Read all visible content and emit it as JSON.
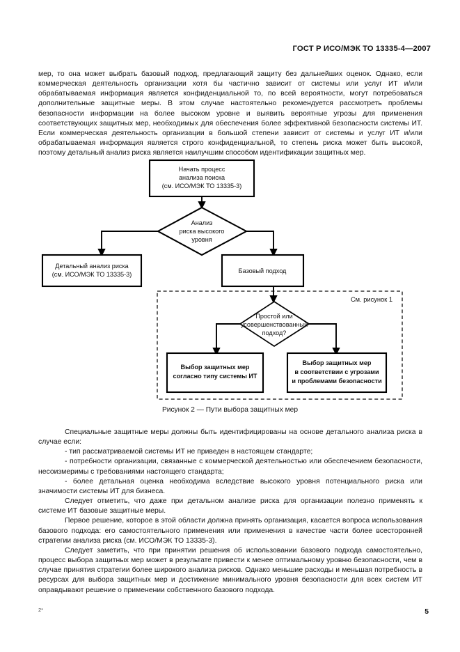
{
  "header": {
    "standard_ref": "ГОСТ Р ИСО/МЭК ТО 13335-4—2007"
  },
  "intro": {
    "paragraph_1": "мер, то она может выбрать базовый подход, предлагающий защиту без дальнейших оценок. Однако, если коммерческая деятельность организации хотя бы частично зависит от системы или услуг ИТ и/или обрабатываемая информация является конфиденциальной то, по всей вероятности, могут потребоваться дополнительные защитные меры. В этом случае настоятельно рекомендуется рассмотреть проблемы безопасности информации на более высоком уровне и выявить вероятные угрозы для применения соответствующих защитных мер, необходимых для обеспечения более эффективной безопасности системы ИТ. Если коммерческая деятельность организации в большой степени зависит  от системы  и услуг ИТ и/или обрабатываемая информация является строго конфиденциальной, то степень риска может быть высокой, поэтому детальный анализ риска является наилучшим способом идентификации защитных мер."
  },
  "figure": {
    "caption": "Рисунок 2 — Пути выбора защитных мер",
    "region_label": "См.  рисунок 1",
    "nodes": {
      "start": [
        "Начать процесс",
        "анализа поиска",
        "(см. ИСО/МЭК ТО 13335-3)"
      ],
      "high_level_decision": [
        "Анализ",
        "риска высокого",
        "уровня"
      ],
      "detailed_analysis": [
        "Детальный анализ риска",
        "(см. ИСО/МЭК ТО 13335-3)"
      ],
      "baseline_approach": [
        "Базовый подход"
      ],
      "approach_decision": [
        "Простой или",
        "усовершенствованный",
        "подход?"
      ],
      "controls_by_system_type": [
        "Выбор защитных мер",
        "согласно типу системы ИТ"
      ],
      "controls_by_threats": [
        "Выбор защитных мер",
        "в соответствии с угрозами",
        "и проблемами безопасности"
      ]
    }
  },
  "after_figure": {
    "paragraph_1": "Специальные защитные меры должны быть идентифицированы на основе детального  анализа риска в случае если:",
    "bullet_1": "- тип рассматриваемой системы ИТ не приведен в настоящем стандарте;",
    "bullet_2": "- потребности организации, связанные с коммерческой деятельностью или обеспечением безопасности, несоизмеримы с требованиями настоящего стандарта;",
    "bullet_3": "- более детальная оценка необходима вследствие высокого уровня потенциального риска или значимости системы ИТ для бизнеса.",
    "paragraph_2": "Следует отметить, что даже при детальном анализе риска для организации полезно применять к системе ИТ базовые защитные меры.",
    "paragraph_3": "Первое решение, которое в этой области должна принять организация, касается вопроса использования базового подхода: его самостоятельного применения или применения в качестве части более всесторонней стратегии анализа риска (см. ИСО/МЭК ТО 13335-3).",
    "paragraph_4": "Следует заметить, что при принятии решения об использовании базового подхода самостоятельно, процесс выбора защитных мер может в результате привести к менее оптимальному уровню безопасности, чем в случае принятия стратегии более широкого анализа рисков. Однако меньшие расходы и меньшая потребность в ресурсах для выбора защитных мер и достижение минимального уровня безопасности для всех систем ИТ оправдывают решение о применении собственного базового подхода."
  },
  "footer": {
    "signature_mark": "2*",
    "page_number": "5"
  },
  "colors": {
    "ink": "#131313",
    "paper": "#ffffff",
    "rule": "#000000"
  }
}
